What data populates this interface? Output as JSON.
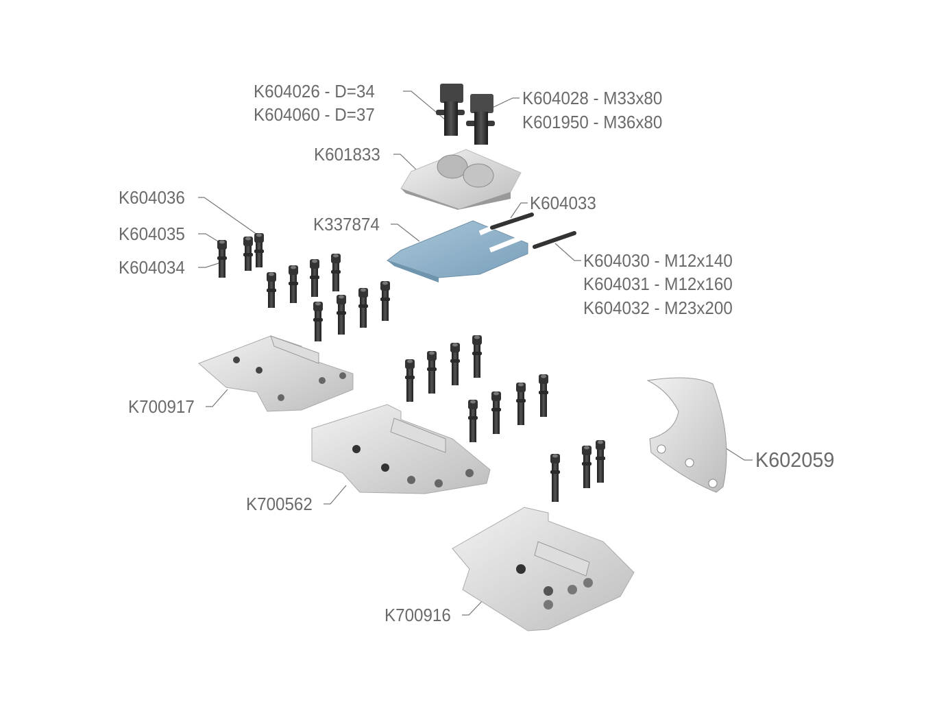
{
  "labels": {
    "k604026": "K604026 - D=34",
    "k604060": "K604060 - D=37",
    "k604028": "K604028 - M33x80",
    "k601950": "K601950 - M36x80",
    "k601833": "K601833",
    "k604036": "K604036",
    "k604035": "K604035",
    "k604034": "K604034",
    "k337874": "K337874",
    "k604033": "K604033",
    "k604030": "K604030 - M12x140",
    "k604031": "K604031 - M12x160",
    "k604032": "K604032 - M23x200",
    "k700917": "K700917",
    "k700562": "K700562",
    "k700916": "K700916",
    "k602059": "K602059"
  },
  "colors": {
    "label": "#6a6a6a",
    "steel": "#d4d4d4",
    "blade": "#8fb3cc",
    "bolt": "#2e2e2e"
  }
}
